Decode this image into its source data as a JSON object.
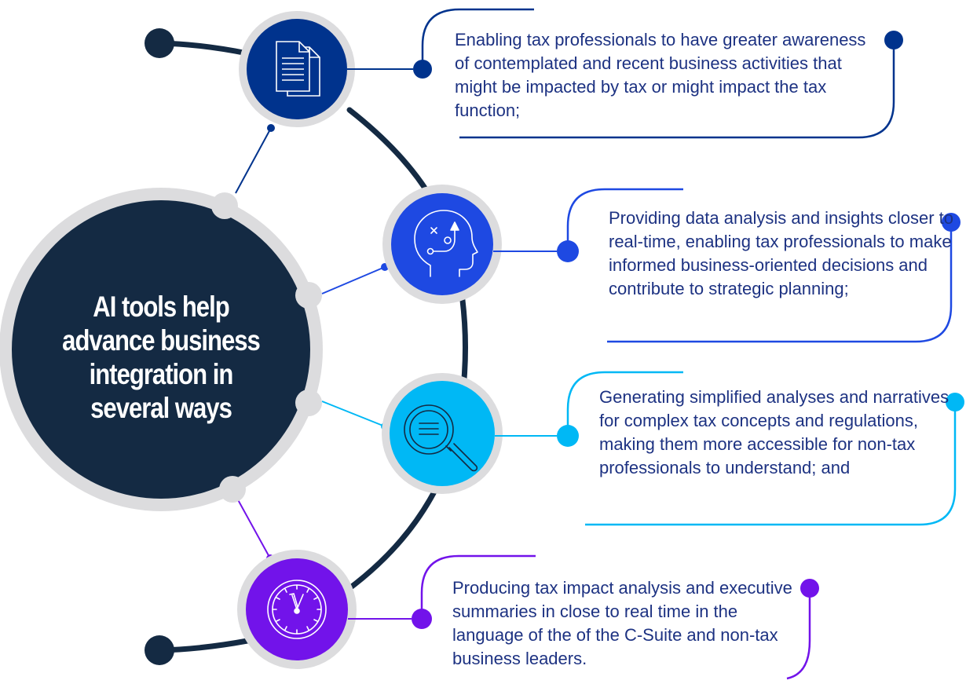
{
  "hub": {
    "title": "AI tools help advance business integration in several ways"
  },
  "colors": {
    "navy": "#142a43",
    "ring": "#dcdcde",
    "royal_blue": "#1e49e2",
    "dark_blue": "#00338d",
    "cyan": "#00b8f5",
    "purple": "#7213ea",
    "text": "#1d3282"
  },
  "items": [
    {
      "icon": "documents-icon",
      "color": "#00338d",
      "text": "Enabling tax professionals to have greater awareness of contemplated and recent business activities that might be impacted by tax or might impact the tax function;"
    },
    {
      "icon": "head-strategy-icon",
      "color": "#1e49e2",
      "text": "Providing data analysis and insights closer to real-time, enabling tax professionals to make informed business-oriented decisions and contribute to strategic planning;"
    },
    {
      "icon": "magnifier-icon",
      "color": "#00b8f5",
      "text": "Generating simplified analyses and narratives for complex tax concepts and regulations, making them more accessible for non-tax professionals to understand; and"
    },
    {
      "icon": "clock-icon",
      "color": "#7213ea",
      "text": "Producing tax impact analysis and executive summaries in close to real time in the language of the of the C-Suite and non-tax business leaders."
    }
  ]
}
